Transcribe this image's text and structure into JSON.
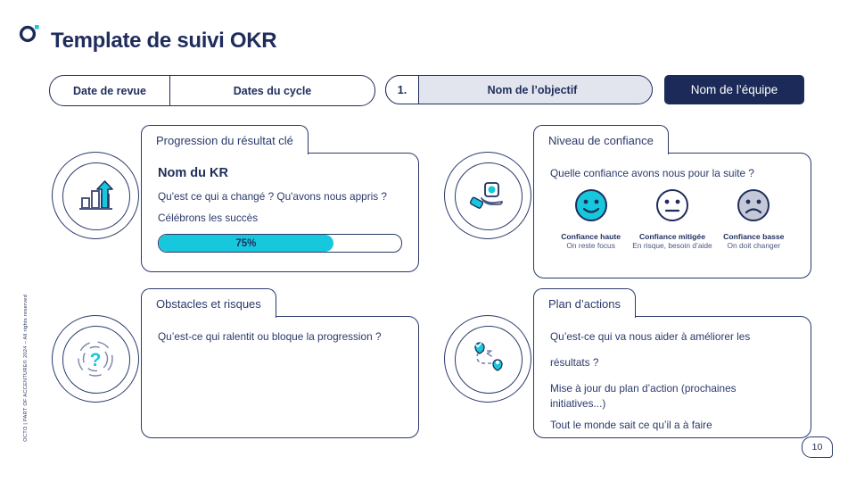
{
  "brand": {
    "logo_icon": "octo-ring-logo",
    "navy": "#1F2D5C",
    "cyan": "#17C8DC",
    "pill_grey": "#E2E4EE",
    "team_navy": "#1B2A58"
  },
  "header": {
    "title": "Template de suivi OKR",
    "review_date_label": "Date de revue",
    "cycle_dates_label": "Dates du cycle",
    "objective_number": "1.",
    "objective_label": "Nom de l’objectif",
    "team_label": "Nom de l’équipe"
  },
  "cards": {
    "key_result": {
      "tab_title": "Progression du résultat clé",
      "icon": "bar-chart-growth-icon",
      "kr_name": "Nom du KR",
      "lines": [
        "Qu'est ce qui a changé ? Qu'avons nous appris ?",
        "Célébrons les succès"
      ],
      "progress_value": "75%",
      "progress_percent": 72
    },
    "confidence": {
      "tab_title": "Niveau de confiance",
      "icon": "hand-holding-gem-icon",
      "question": "Quelle confiance avons nous pour la suite ?",
      "levels": [
        {
          "face": "happy-face-icon",
          "name": "Confiance haute",
          "desc": "On reste focus",
          "fill": "#17C8DC"
        },
        {
          "face": "neutral-face-icon",
          "name": "Confiance mitigée",
          "desc": "En risque, besoin d’aide",
          "fill": "#FFFFFF"
        },
        {
          "face": "sad-face-icon",
          "name": "Confiance basse",
          "desc": "On doit changer",
          "fill": "#C5C8D6"
        }
      ]
    },
    "obstacles": {
      "tab_title": "Obstacles et risques",
      "icon": "question-mark-radar-icon",
      "lines": [
        "Qu’est-ce qui ralentit ou bloque la progression ?"
      ]
    },
    "action_plan": {
      "tab_title": "Plan d’actions",
      "icon": "route-map-pins-icon",
      "lines": [
        "Qu’est-ce qui va nous aider à améliorer les",
        "résultats ?",
        "Mise à jour du plan d’action (prochaines initiatives...)",
        "Tout le monde sait ce qu’il a à faire"
      ]
    }
  },
  "footer": {
    "copyright": "OCTO | PART OF ACCENTURE© 2024 – All rights reserved",
    "page_number": "10"
  }
}
